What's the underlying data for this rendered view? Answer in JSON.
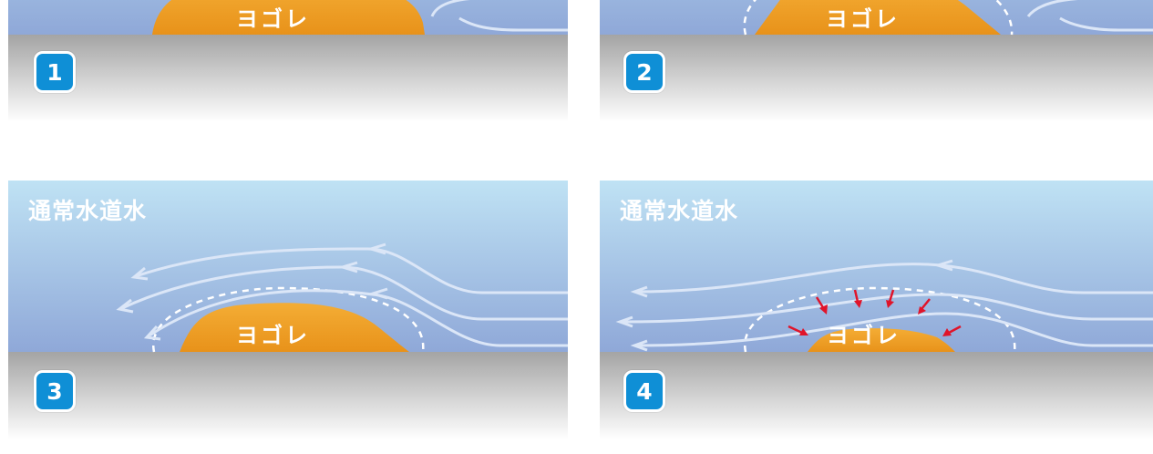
{
  "colors": {
    "water_top": "#bfe2f4",
    "water_bottom": "#8fa8d8",
    "ground_top": "#a4a4a4",
    "ground_bottom": "#ffffff",
    "stain": "#f0a126",
    "stain_dark": "#e08a10",
    "badge": "#0f8fd6",
    "flow_line": "#dbe6f7",
    "pressure_arrow": "#e0142a"
  },
  "panels": [
    {
      "step": "1",
      "water_label": "",
      "stain_label": "ヨゴレ"
    },
    {
      "step": "2",
      "water_label": "",
      "stain_label": "ヨゴレ"
    },
    {
      "step": "3",
      "water_label": "通常水道水",
      "stain_label": "ヨゴレ"
    },
    {
      "step": "4",
      "water_label": "通常水道水",
      "stain_label": "ヨゴレ"
    }
  ]
}
